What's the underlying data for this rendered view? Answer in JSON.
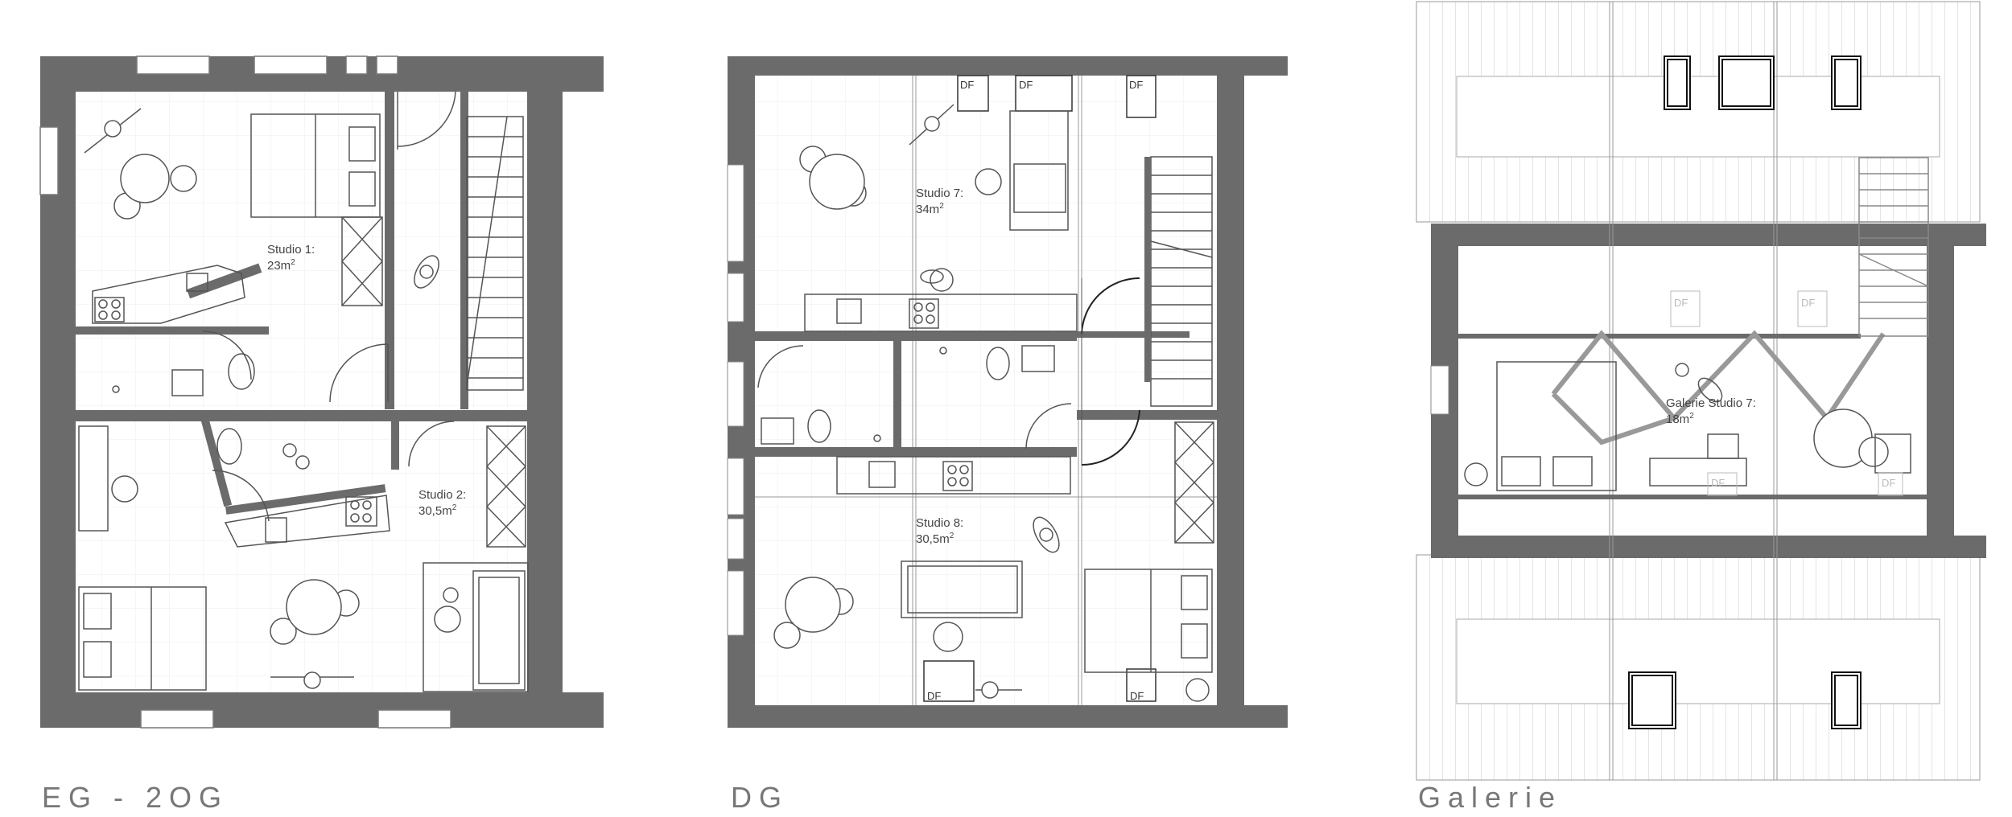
{
  "plans": [
    {
      "title": "EG - 2OG",
      "rooms": [
        {
          "name": "Studio 1:",
          "area": "23m",
          "unit_sup": "2"
        },
        {
          "name": "Studio 2:",
          "area": "30,5m",
          "unit_sup": "2"
        }
      ]
    },
    {
      "title": "DG",
      "rooms": [
        {
          "name": "Studio 7:",
          "area": "34m",
          "unit_sup": "2"
        },
        {
          "name": "Studio 8:",
          "area": "30,5m",
          "unit_sup": "2"
        }
      ],
      "skylight_label": "DF"
    },
    {
      "title": "Galerie",
      "rooms": [
        {
          "name": "Galerie Studio 7:",
          "area": "18m",
          "unit_sup": "2"
        }
      ],
      "skylight_label": "DF"
    }
  ],
  "colors": {
    "wall": "#6b6b6b",
    "line": "#555555",
    "thin": "#999999",
    "floor_grid": "#ececec"
  }
}
